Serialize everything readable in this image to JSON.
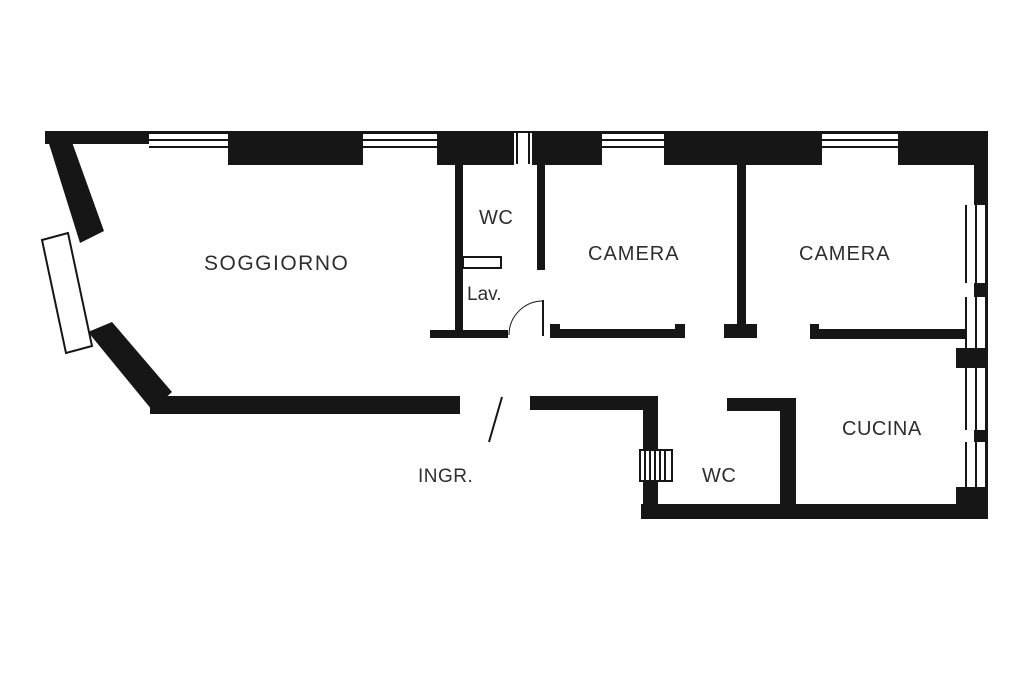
{
  "colors": {
    "wall": "#161616",
    "label": "#2e2e2e",
    "background": "#ffffff"
  },
  "labels": {
    "soggiorno": "SOGGIORNO",
    "wc_top": "WC",
    "lav": "Lav.",
    "camera_left": "CAMERA",
    "camera_right": "CAMERA",
    "cucina": "CUCINA",
    "ingresso": "INGR.",
    "wc_bottom": "WC"
  }
}
